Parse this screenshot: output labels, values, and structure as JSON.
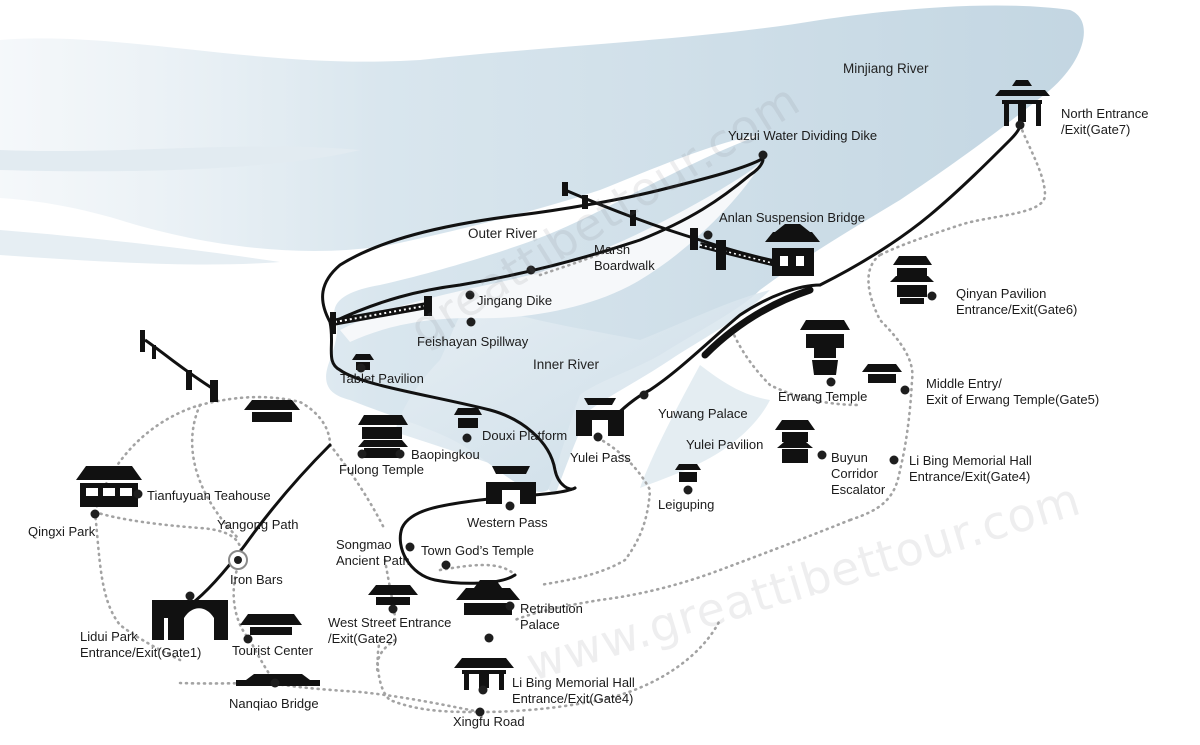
{
  "map": {
    "watermark": [
      "greattibettour.com",
      "www.greattibettour.com"
    ],
    "water_labels": {
      "minjiang_river": "Minjiang River",
      "outer_river": "Outer River",
      "inner_river": "Inner River"
    },
    "places": {
      "north_entrance": "North Entrance\n/Exit(Gate7)",
      "yuzui_dike": "Yuzui Water Dividing Dike",
      "anlan_bridge": "Anlan Suspension Bridge",
      "marsh_boardwalk": "Marsh\nBoardwalk",
      "jingang_dike": "Jingang Dike",
      "feishayan_spillway": "Feishayan Spillway",
      "tablet_pavilion": "Tablet Pavilion",
      "qinyan_pavilion": "Qinyan Pavilion\nEntrance/Exit(Gate6)",
      "erwang_temple": "Erwang Temple",
      "middle_entry": "Middle Entry/\nExit of Erwang Temple(Gate5)",
      "yuwang_palace": "Yuwang Palace",
      "yulei_pavilion": "Yulei Pavilion",
      "yulei_pass": "Yulei Pass",
      "douxi_platform": "Douxi Platform",
      "baopingkou": "Baopingkou",
      "fulong_temple": "Fulong Temple",
      "buyun_corridor": "Buyun\nCorridor\nEscalator",
      "li_bing_hall_upper": "Li Bing Memorial Hall\nEntrance/Exit(Gate4)",
      "leiguping": "Leiguping",
      "western_pass": "Western Pass",
      "tianfuyuan_teahouse": "Tianfuyuan Teahouse",
      "qingxi_park": "Qingxi Park",
      "yangong_path": "Yangong Path",
      "songmao_path": "Songmao\nAncient Path",
      "town_gods_temple": "Town God’s Temple",
      "iron_bars": "Iron Bars",
      "west_street_entrance": "West Street Entrance\n/Exit(Gate2)",
      "retribution_palace": "Retribution\nPalace",
      "lidui_park": "Lidui Park\nEntrance/Exit(Gate1)",
      "tourist_center": "Tourist Center",
      "li_bing_hall_lower": "Li Bing Memorial Hall\nEntrance/Exit(Gate4)",
      "nanqiao_bridge": "Nanqiao Bridge",
      "xingfu_road": "Xingfu Road"
    },
    "colors": {
      "water_light": "#e4edf3",
      "water_mid": "#c9dbe6",
      "water_dark": "#b7cddb",
      "route": "#111111",
      "walking_path": "#9a9a9a"
    }
  }
}
